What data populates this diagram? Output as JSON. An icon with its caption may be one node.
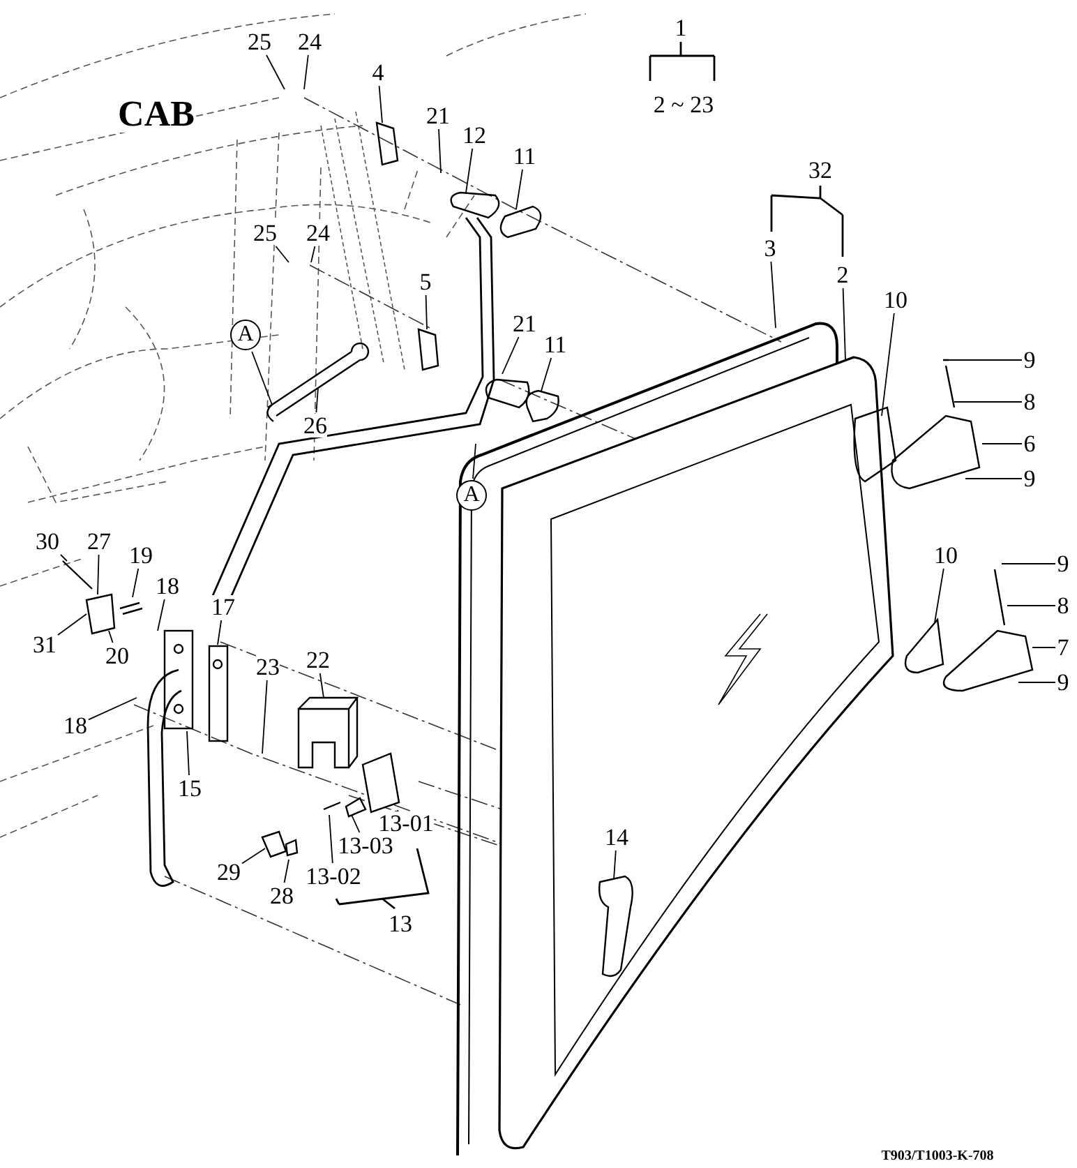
{
  "diagram": {
    "nodes": [
      {
        "text": [
          "25"
        ]
      },
      {
        "text": [
          "24"
        ]
      },
      {
        "text": [
          "4"
        ]
      },
      {
        "text": [
          "21"
        ]
      },
      {
        "text": [
          "12"
        ]
      },
      {
        "text": [
          "11"
        ]
      },
      {
        "text": [
          "25"
        ]
      },
      {
        "text": [
          "24"
        ]
      },
      {
        "text": [
          "5"
        ]
      },
      {
        "text": [
          "A"
        ]
      },
      {
        "text": [
          "21"
        ]
      },
      {
        "text": [
          "11"
        ]
      },
      {
        "text": [
          "26"
        ]
      },
      {
        "text": [
          "A"
        ]
      },
      {
        "text": [
          "3"
        ]
      },
      {
        "text": [
          "2"
        ]
      },
      {
        "text": [
          "10"
        ]
      },
      {
        "text": [
          "9"
        ]
      },
      {
        "text": [
          "8"
        ]
      },
      {
        "text": [
          "6"
        ]
      },
      {
        "text": [
          "9"
        ]
      },
      {
        "text": [
          "30"
        ]
      },
      {
        "text": [
          "27"
        ]
      },
      {
        "text": [
          "19"
        ]
      },
      {
        "text": [
          "18"
        ]
      },
      {
        "text": [
          "17"
        ]
      },
      {
        "text": [
          "10"
        ]
      },
      {
        "text": [
          "9"
        ]
      },
      {
        "text": [
          "8"
        ]
      },
      {
        "text": [
          "7"
        ]
      },
      {
        "text": [
          "31"
        ]
      },
      {
        "text": [
          "20"
        ]
      },
      {
        "text": [
          "22"
        ]
      },
      {
        "text": [
          "23"
        ]
      },
      {
        "text": [
          "9"
        ]
      },
      {
        "text": [
          "18"
        ]
      },
      {
        "text": [
          "15"
        ]
      },
      {
        "text": [
          "14"
        ]
      },
      {
        "text": [
          "13-01"
        ]
      },
      {
        "text": [
          "13-03"
        ]
      },
      {
        "text": [
          "29"
        ]
      },
      {
        "text": [
          "13-02"
        ]
      },
      {
        "text": [
          "28"
        ]
      },
      {
        "text": [],
        "shape": "picture"
      },
      {
        "text": [
          "1"
        ]
      },
      {
        "text": [
          "2 ~ 23"
        ]
      },
      {
        "text": [
          "32"
        ]
      },
      {
        "text": [
          "13"
        ]
      }
    ],
    "edges": [
      {
        "from": 0,
        "to": null,
        "arrow": "none"
      },
      {
        "from": 1,
        "to": null,
        "arrow": "none"
      },
      {
        "from": 2,
        "to": null,
        "arrow": "none"
      },
      {
        "from": 3,
        "to": null,
        "arrow": "none"
      },
      {
        "from": 4,
        "to": null,
        "arrow": "none"
      },
      {
        "from": 5,
        "to": null,
        "arrow": "none"
      },
      {
        "from": 6,
        "to": null,
        "arrow": "none"
      },
      {
        "from": 7,
        "to": null,
        "arrow": "none"
      },
      {
        "from": 8,
        "to": null,
        "arrow": "none"
      },
      {
        "from": 9,
        "to": null,
        "arrow": "none"
      },
      {
        "from": 10,
        "to": null,
        "arrow": "none"
      },
      {
        "from": 11,
        "to": null,
        "arrow": "none"
      },
      {
        "from": 12,
        "to": null,
        "arrow": "none"
      },
      {
        "from": 13,
        "to": null,
        "arrow": "none"
      },
      {
        "from": 14,
        "to": null,
        "arrow": "none"
      },
      {
        "from": 15,
        "to": null,
        "arrow": "none"
      },
      {
        "from": 16,
        "to": null,
        "arrow": "none"
      },
      {
        "from": 17,
        "to": null,
        "arrow": "none"
      },
      {
        "from": 18,
        "to": null,
        "arrow": "none"
      },
      {
        "from": 19,
        "to": null,
        "arrow": "none"
      },
      {
        "from": 20,
        "to": null,
        "arrow": "none"
      },
      {
        "from": 21,
        "to": null,
        "arrow": "none"
      },
      {
        "from": 22,
        "to": null,
        "arrow": "none"
      },
      {
        "from": 23,
        "to": null,
        "arrow": "none"
      },
      {
        "from": 24,
        "to": null,
        "arrow": "none"
      },
      {
        "from": 25,
        "to": null,
        "arrow": "none"
      },
      {
        "from": 26,
        "to": null,
        "arrow": "none"
      },
      {
        "from": 27,
        "to": null,
        "arrow": "none"
      },
      {
        "from": 28,
        "to": null,
        "arrow": "none"
      },
      {
        "from": 29,
        "to": null,
        "arrow": "none"
      },
      {
        "from": 30,
        "to": null,
        "arrow": "none"
      },
      {
        "from": 31,
        "to": null,
        "arrow": "none"
      },
      {
        "from": 32,
        "to": null,
        "arrow": "none"
      },
      {
        "from": 33,
        "to": null,
        "arrow": "none"
      },
      {
        "from": 34,
        "to": null,
        "arrow": "none"
      },
      {
        "from": 35,
        "to": null,
        "arrow": "none"
      },
      {
        "from": 36,
        "to": null,
        "arrow": "none"
      },
      {
        "from": 37,
        "to": null,
        "arrow": "none"
      },
      {
        "from": 38,
        "to": 43,
        "arrow": "none"
      },
      {
        "from": 39,
        "to": null,
        "arrow": "none"
      },
      {
        "from": 40,
        "to": null,
        "arrow": "none"
      },
      {
        "from": 41,
        "to": null,
        "arrow": "none"
      },
      {
        "from": 42,
        "to": null,
        "arrow": "none"
      }
    ],
    "labels": [
      "CAB",
      "T903/T1003-K-708"
    ]
  }
}
